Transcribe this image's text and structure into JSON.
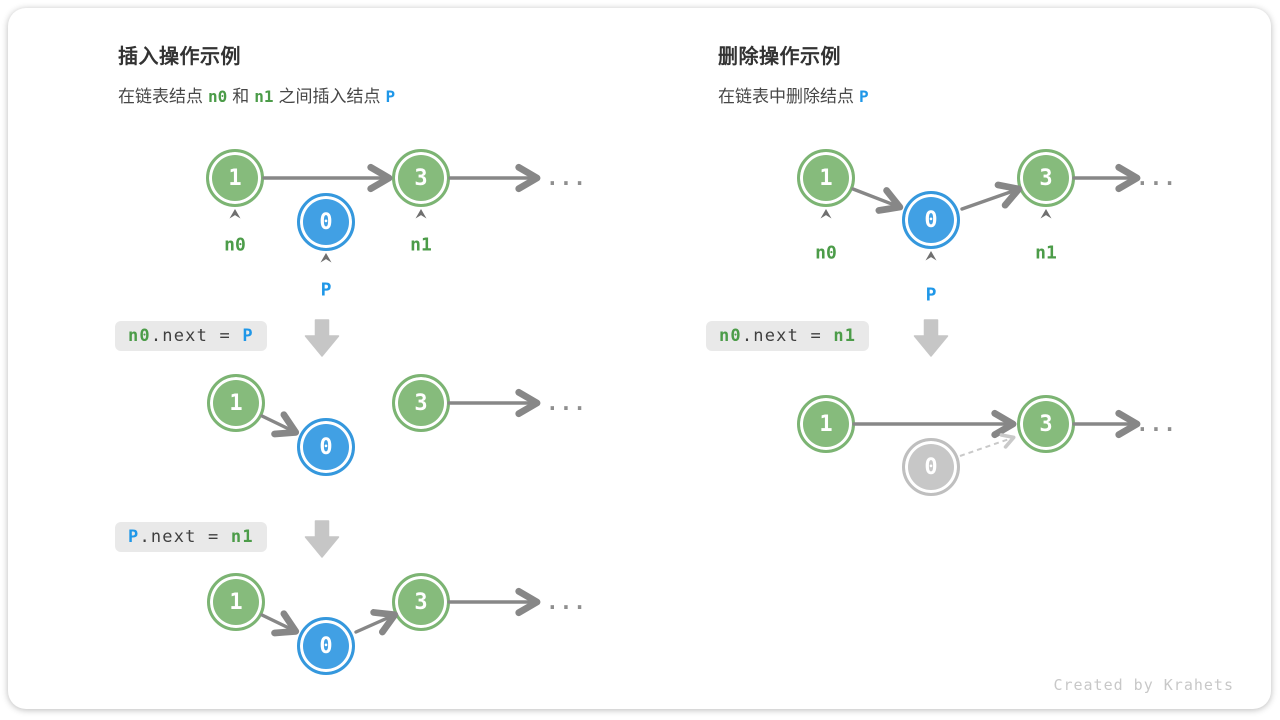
{
  "colors": {
    "node_green": "#86bb7c",
    "node_blue": "#41a0e4",
    "node_gray": "#c7c7c7",
    "label_green": "#4c9c49",
    "label_blue": "#1f97e8",
    "arrow_gray": "#878787",
    "dashed_gray": "#c9c9c9",
    "codebox_bg": "#e9e9e9",
    "block_arrow": "#c6c6c6"
  },
  "panels": {
    "insert": {
      "title": "插入操作示例",
      "subtitle_parts": [
        {
          "text": "在链表结点"
        },
        {
          "text": "n0"
        },
        {
          "text": "和"
        },
        {
          "text": "n1"
        },
        {
          "text": "之间插入结点"
        },
        {
          "text": "P"
        }
      ],
      "diagram1": {
        "nodes": [
          {
            "value": "1",
            "label": "n0"
          },
          {
            "value": "0",
            "label": "P"
          },
          {
            "value": "3",
            "label": "n1"
          }
        ],
        "ellipsis": "..."
      },
      "code1_parts": [
        {
          "text": "n0"
        },
        {
          "text": ".next = "
        },
        {
          "text": "P"
        }
      ],
      "diagram2": {
        "nodes": [
          {
            "value": "1"
          },
          {
            "value": "0"
          },
          {
            "value": "3"
          }
        ],
        "ellipsis": "..."
      },
      "code2_parts": [
        {
          "text": "P"
        },
        {
          "text": ".next = "
        },
        {
          "text": "n1"
        }
      ],
      "diagram3": {
        "nodes": [
          {
            "value": "1"
          },
          {
            "value": "0"
          },
          {
            "value": "3"
          }
        ],
        "ellipsis": "..."
      }
    },
    "delete": {
      "title": "删除操作示例",
      "subtitle_parts": [
        {
          "text": "在链表中删除结点"
        },
        {
          "text": "P"
        }
      ],
      "diagram1": {
        "nodes": [
          {
            "value": "1",
            "label": "n0"
          },
          {
            "value": "0",
            "label": "P"
          },
          {
            "value": "3",
            "label": "n1"
          }
        ],
        "ellipsis": "..."
      },
      "code1_parts": [
        {
          "text": "n0"
        },
        {
          "text": ".next = "
        },
        {
          "text": "n1"
        }
      ],
      "diagram2": {
        "nodes": [
          {
            "value": "1"
          },
          {
            "value": "0"
          },
          {
            "value": "3"
          }
        ],
        "ellipsis": "..."
      }
    }
  },
  "footer": {
    "credit": "Created by Krahets"
  }
}
